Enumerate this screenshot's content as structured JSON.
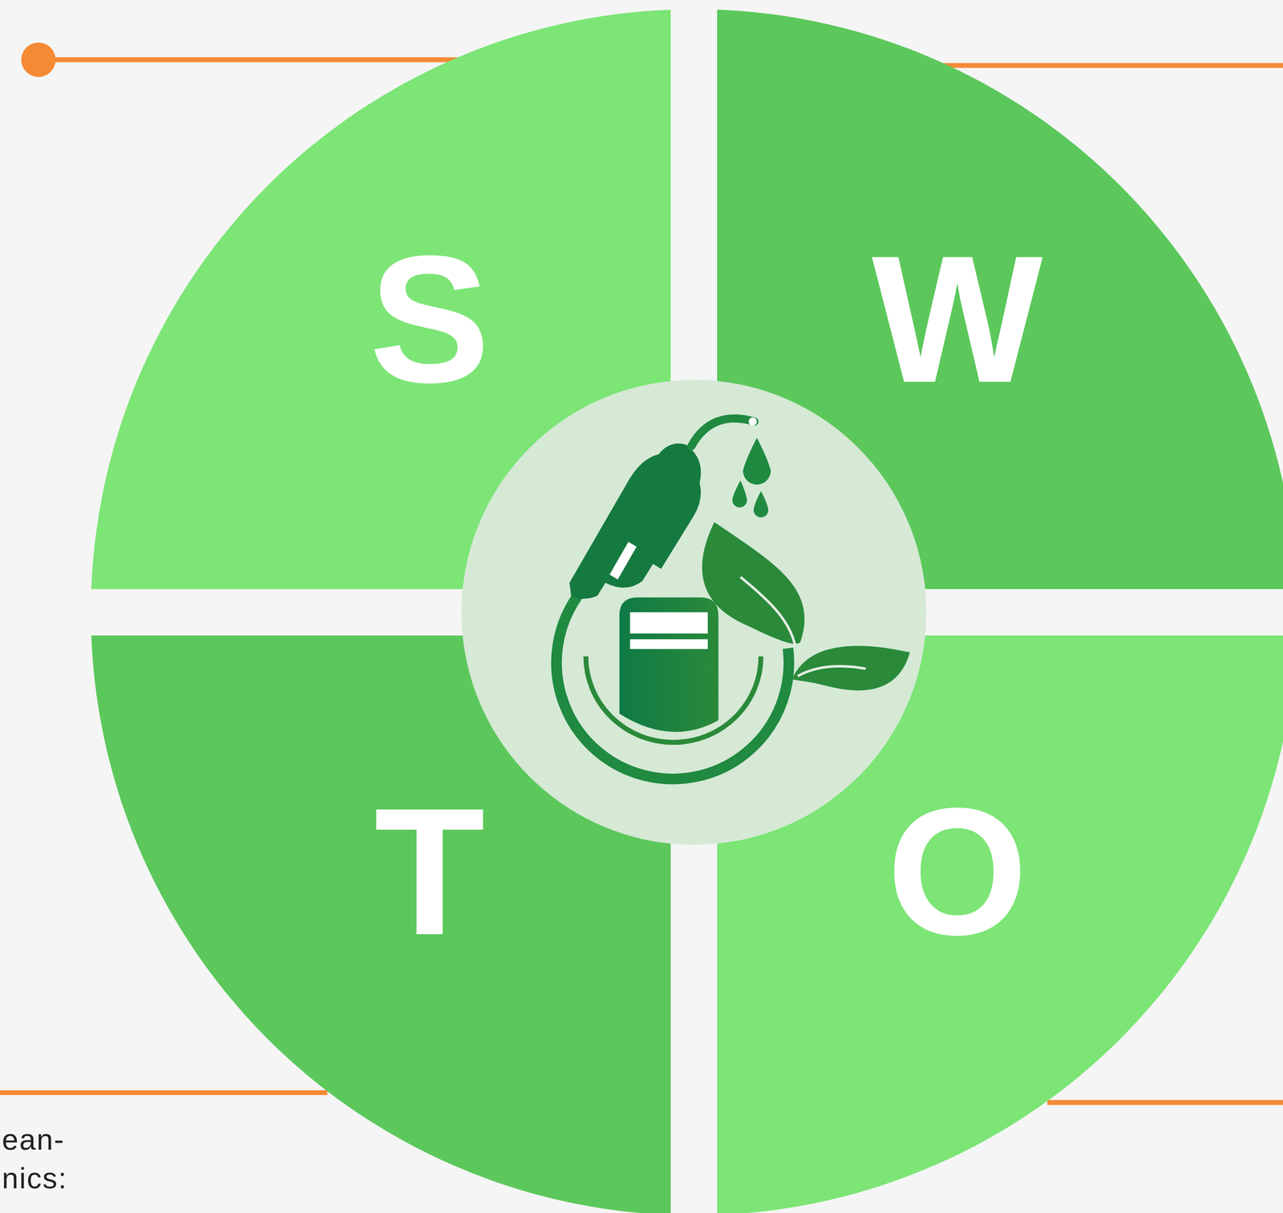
{
  "diagram": {
    "nodes": [
      {
        "text": [
          "S"
        ]
      },
      {
        "text": [
          "W"
        ]
      },
      {
        "text": [
          "T"
        ]
      },
      {
        "text": [
          "O"
        ]
      }
    ],
    "labels": [
      "ean-",
      "nics:"
    ]
  }
}
